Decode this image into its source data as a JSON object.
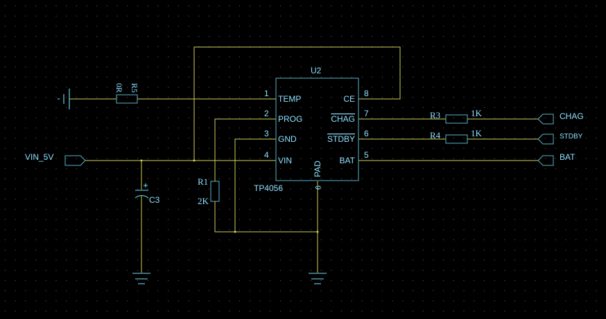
{
  "colors": {
    "background": "#000000",
    "grid_dot": "#6b6b6b",
    "wire": "#cfcf5a",
    "component": "#5ab4c8",
    "text": "#8fe0ff",
    "label_box": "#2b5f8a"
  },
  "chip": {
    "ref": "U2",
    "part": "TP4056",
    "pins": {
      "p1": {
        "num": "1",
        "name": "TEMP"
      },
      "p2": {
        "num": "2",
        "name": "PROG"
      },
      "p3": {
        "num": "3",
        "name": "GND"
      },
      "p4": {
        "num": "4",
        "name": "VIN"
      },
      "p5": {
        "num": "5",
        "name": "BAT"
      },
      "p6": {
        "num": "6",
        "name": "STDBY"
      },
      "p7": {
        "num": "7",
        "name": "CHAG"
      },
      "p8": {
        "num": "8",
        "name": "CE"
      },
      "p9": {
        "num": "9",
        "name": "PAD"
      }
    }
  },
  "components": {
    "r5": {
      "ref": "R5",
      "value": "0R"
    },
    "r3": {
      "ref": "R3",
      "value": "1K"
    },
    "r4": {
      "ref": "R4",
      "value": "1K"
    },
    "r1": {
      "ref": "R1",
      "value": "2K"
    },
    "c3": {
      "ref": "C3"
    }
  },
  "ports": {
    "vin": "VIN_5V",
    "chag": "CHAG",
    "stdby": "STDBY",
    "bat": "BAT"
  }
}
